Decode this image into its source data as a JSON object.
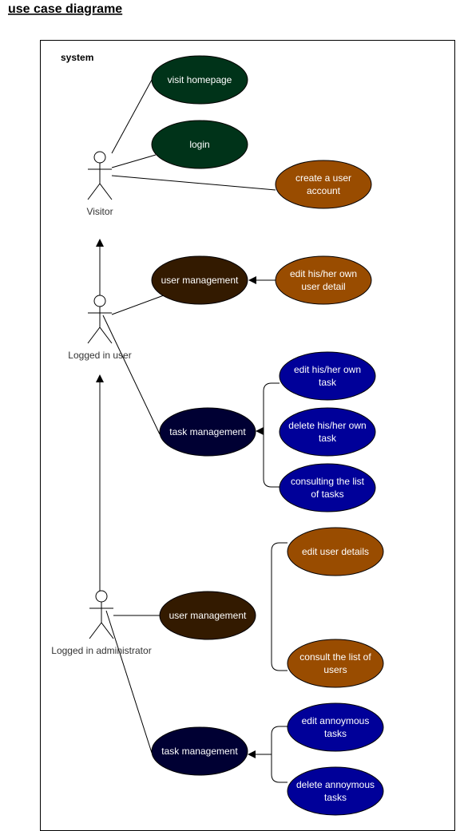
{
  "title": "use case diagrame",
  "system_label": "system",
  "actors": {
    "visitor": "Visitor",
    "logged_user": "Logged in user",
    "admin": "Logged in administrator"
  },
  "use_cases": {
    "visit_homepage": [
      "visit homepage"
    ],
    "login": [
      "login"
    ],
    "create_account": [
      "create a user",
      "account"
    ],
    "user_mgmt_user": [
      "user management"
    ],
    "edit_own_detail": [
      "edit his/her own",
      "user detail"
    ],
    "edit_own_task": [
      "edit his/her own",
      "task"
    ],
    "task_mgmt_user": [
      "task management"
    ],
    "delete_own_task": [
      "delete his/her own",
      "task"
    ],
    "consult_tasks": [
      "consulting the list",
      "of tasks"
    ],
    "edit_user_details": [
      "edit user details"
    ],
    "user_mgmt_admin": [
      "user management"
    ],
    "consult_users": [
      "consult the list of",
      "users"
    ],
    "edit_anon_tasks": [
      "edit annoymous",
      "tasks"
    ],
    "task_mgmt_admin": [
      "task management"
    ],
    "delete_anon_tasks": [
      "delete annoymous",
      "tasks"
    ]
  },
  "colors": {
    "dark_green": "#003319",
    "orange": "#994C00",
    "dark_brown": "#331A00",
    "navy": "#000033",
    "blue": "#000099"
  }
}
